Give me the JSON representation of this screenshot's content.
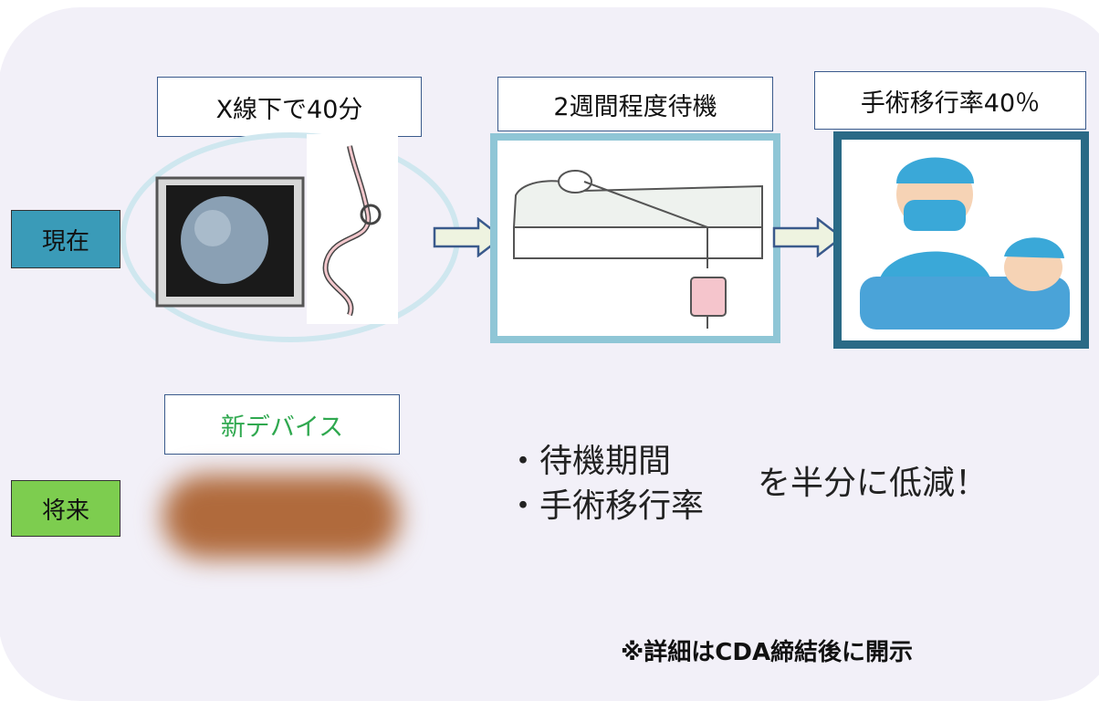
{
  "steps": [
    {
      "label": "X線下で40分"
    },
    {
      "label": "2週間程度待機"
    },
    {
      "label": "手術移行率40％"
    }
  ],
  "rows": {
    "current": "現在",
    "future": "将来"
  },
  "new_device_label": "新デバイス",
  "bullets": [
    "・待機期間",
    "・手術移行率"
  ],
  "result_text": "を半分に低減！",
  "footnote": "※詳細はCDA締結後に開示",
  "colors": {
    "current_tag": "#3a9bb8",
    "future_tag": "#7dcd4f",
    "new_device_text": "#2fa84f",
    "frame_light": "#8fc6d6",
    "frame_dark": "#2a6a86"
  }
}
